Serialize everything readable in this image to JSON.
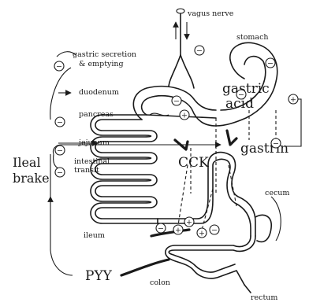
{
  "labels": {
    "vagus_nerve": "vagus nerve",
    "stomach": "stomach",
    "gastric_secretion_line1": "gastric secretion",
    "gastric_secretion_line2": "& emptying",
    "duodenum": "duodenum",
    "pancreas": "pancreas",
    "gastric_acid_line1": "gastric",
    "gastric_acid_line2": "acid",
    "jejunum": "jejunum",
    "cck": "CCK",
    "gastrin": "gastrin",
    "ileal_brake_line1": "Ileal",
    "ileal_brake_line2": "brake",
    "intestinal_transit_line1": "intestinal",
    "intestinal_transit_line2": "transit",
    "cecum": "cecum",
    "ileum": "ileum",
    "pyy": "PYY",
    "colon": "colon",
    "rectum": "rectum"
  },
  "signs": {
    "minus": "−",
    "plus": "+"
  }
}
